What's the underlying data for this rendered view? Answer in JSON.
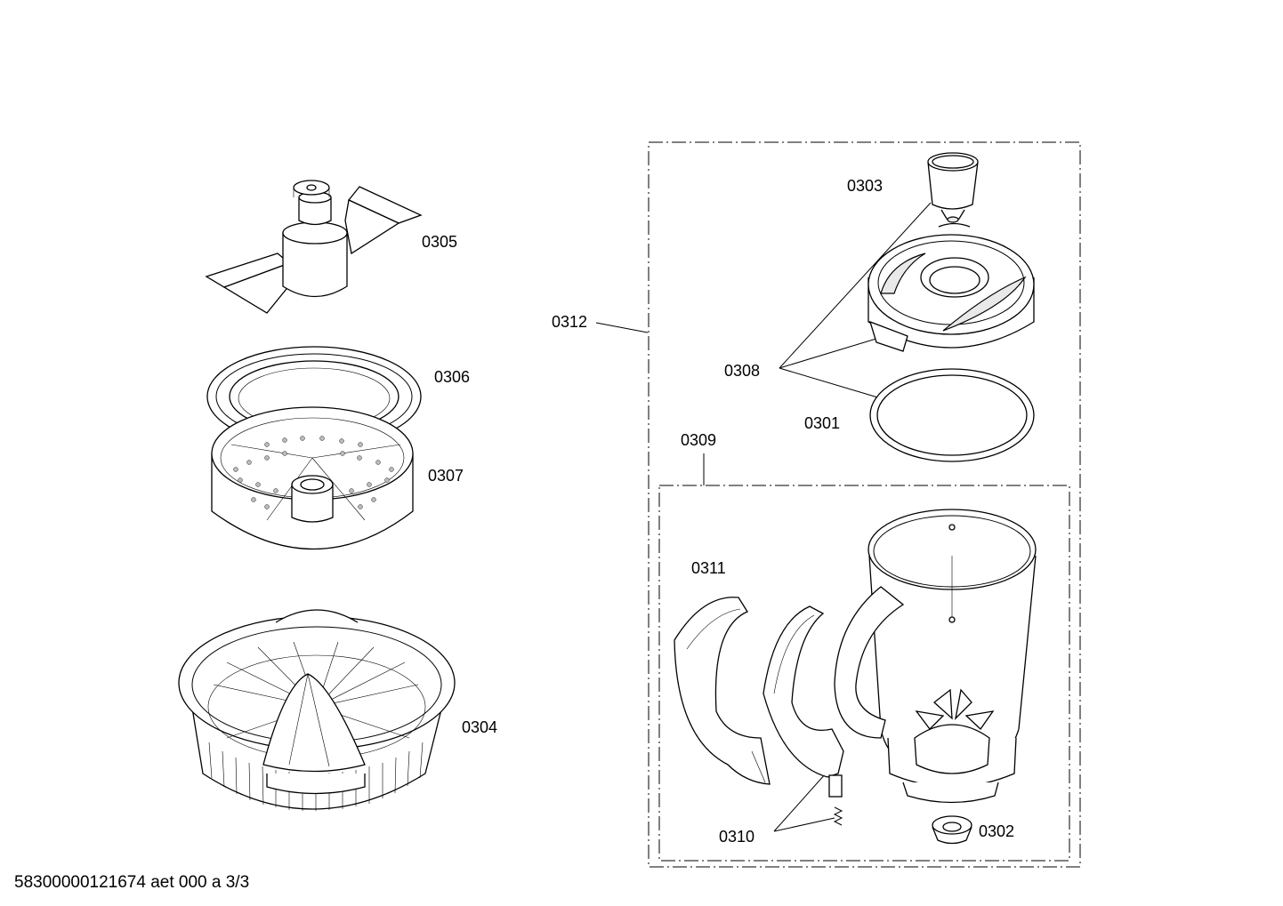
{
  "parts": [
    {
      "id": "0305"
    },
    {
      "id": "0306"
    },
    {
      "id": "0307"
    },
    {
      "id": "0304"
    },
    {
      "id": "0312"
    },
    {
      "id": "0303"
    },
    {
      "id": "0308"
    },
    {
      "id": "0301"
    },
    {
      "id": "0309"
    },
    {
      "id": "0311"
    },
    {
      "id": "0310"
    },
    {
      "id": "0302"
    }
  ],
  "footer": "58300000121674 aet 000 a 3/3"
}
